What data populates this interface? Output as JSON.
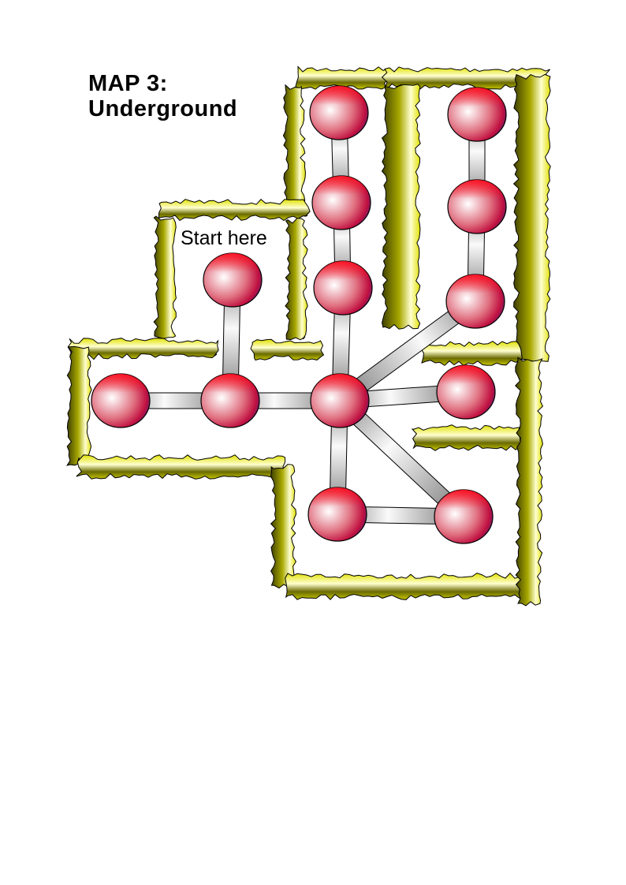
{
  "map": {
    "title_line1": "MAP 3:",
    "title_line2": "Underground",
    "start_label": "Start here"
  },
  "colors": {
    "wall_dark": "#3f3f00",
    "wall_mid": "#c8c800",
    "wall_light": "#ffffd0",
    "node_red": "#ff1020",
    "node_light": "#ffffff",
    "node_purple": "#5a2070",
    "corridor": "#c8c8c8"
  }
}
